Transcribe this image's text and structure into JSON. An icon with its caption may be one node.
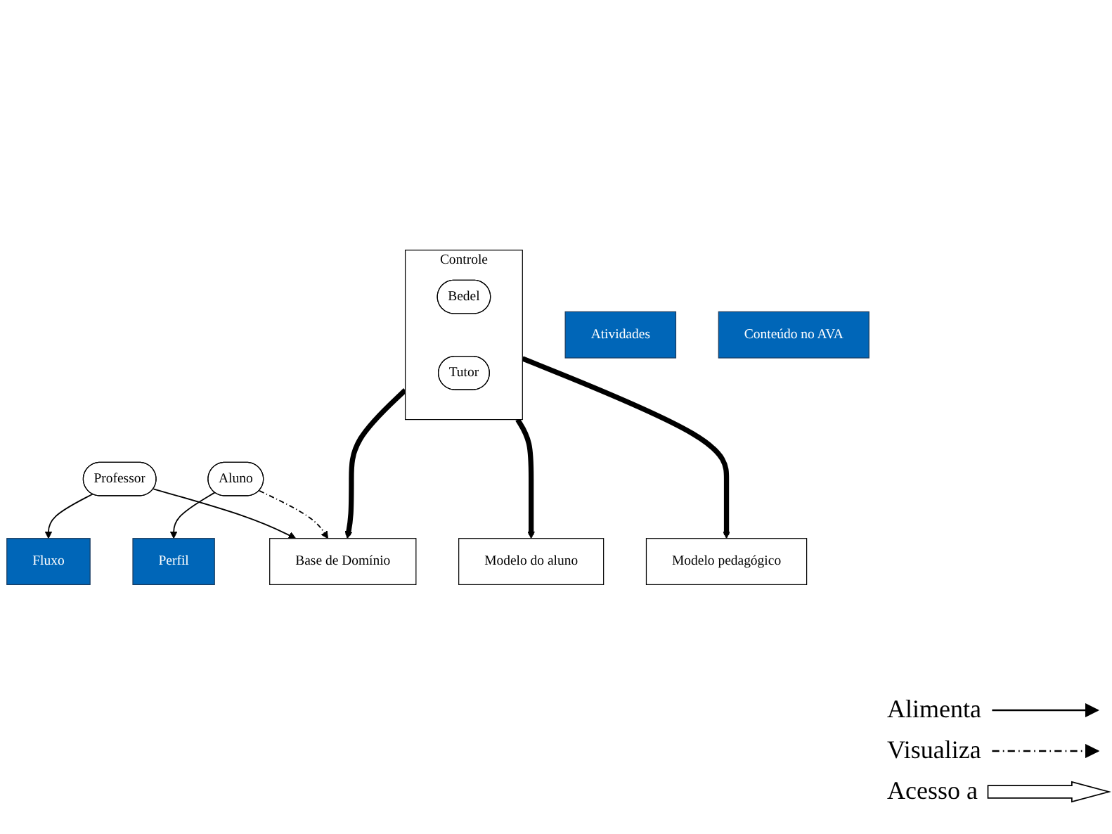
{
  "diagram": {
    "nodes": [
      {
        "text": [
          "Modelo pedagógico"
        ]
      },
      {
        "text": [
          "Controle"
        ]
      },
      {
        "text": [
          "Bedel"
        ],
        "in": 1
      },
      {
        "text": [
          "Tutor"
        ],
        "in": 1
      },
      {
        "text": [
          "Modelo do aluno"
        ]
      },
      {
        "text": [
          "Atividades"
        ]
      },
      {
        "text": [
          "Fluxo"
        ]
      },
      {
        "text": [
          "Perfil"
        ]
      },
      {
        "text": [
          "Professor"
        ]
      },
      {
        "text": [
          "Base de Domínio"
        ]
      },
      {
        "text": [
          "Aluno"
        ]
      },
      {
        "text": [
          "Conteúdo no AVA"
        ]
      }
    ],
    "edges": [
      {
        "from": 1,
        "to": 0,
        "arrow": "to",
        "style": "thick"
      },
      {
        "from": 1,
        "to": 4,
        "arrow": "to",
        "style": "thick"
      },
      {
        "from": 1,
        "to": 9,
        "arrow": "to",
        "style": "thick"
      },
      {
        "from": 8,
        "to": 6,
        "arrow": "to"
      },
      {
        "from": 8,
        "to": 9,
        "arrow": "to"
      },
      {
        "from": 10,
        "to": 9,
        "arrow": "to",
        "style": "dashed"
      },
      {
        "from": 10,
        "to": 7,
        "arrow": "to"
      }
    ],
    "legend": [
      {
        "text": "Alimenta"
      },
      {
        "text": "Visualiza"
      },
      {
        "text": "Acesso a"
      }
    ]
  }
}
